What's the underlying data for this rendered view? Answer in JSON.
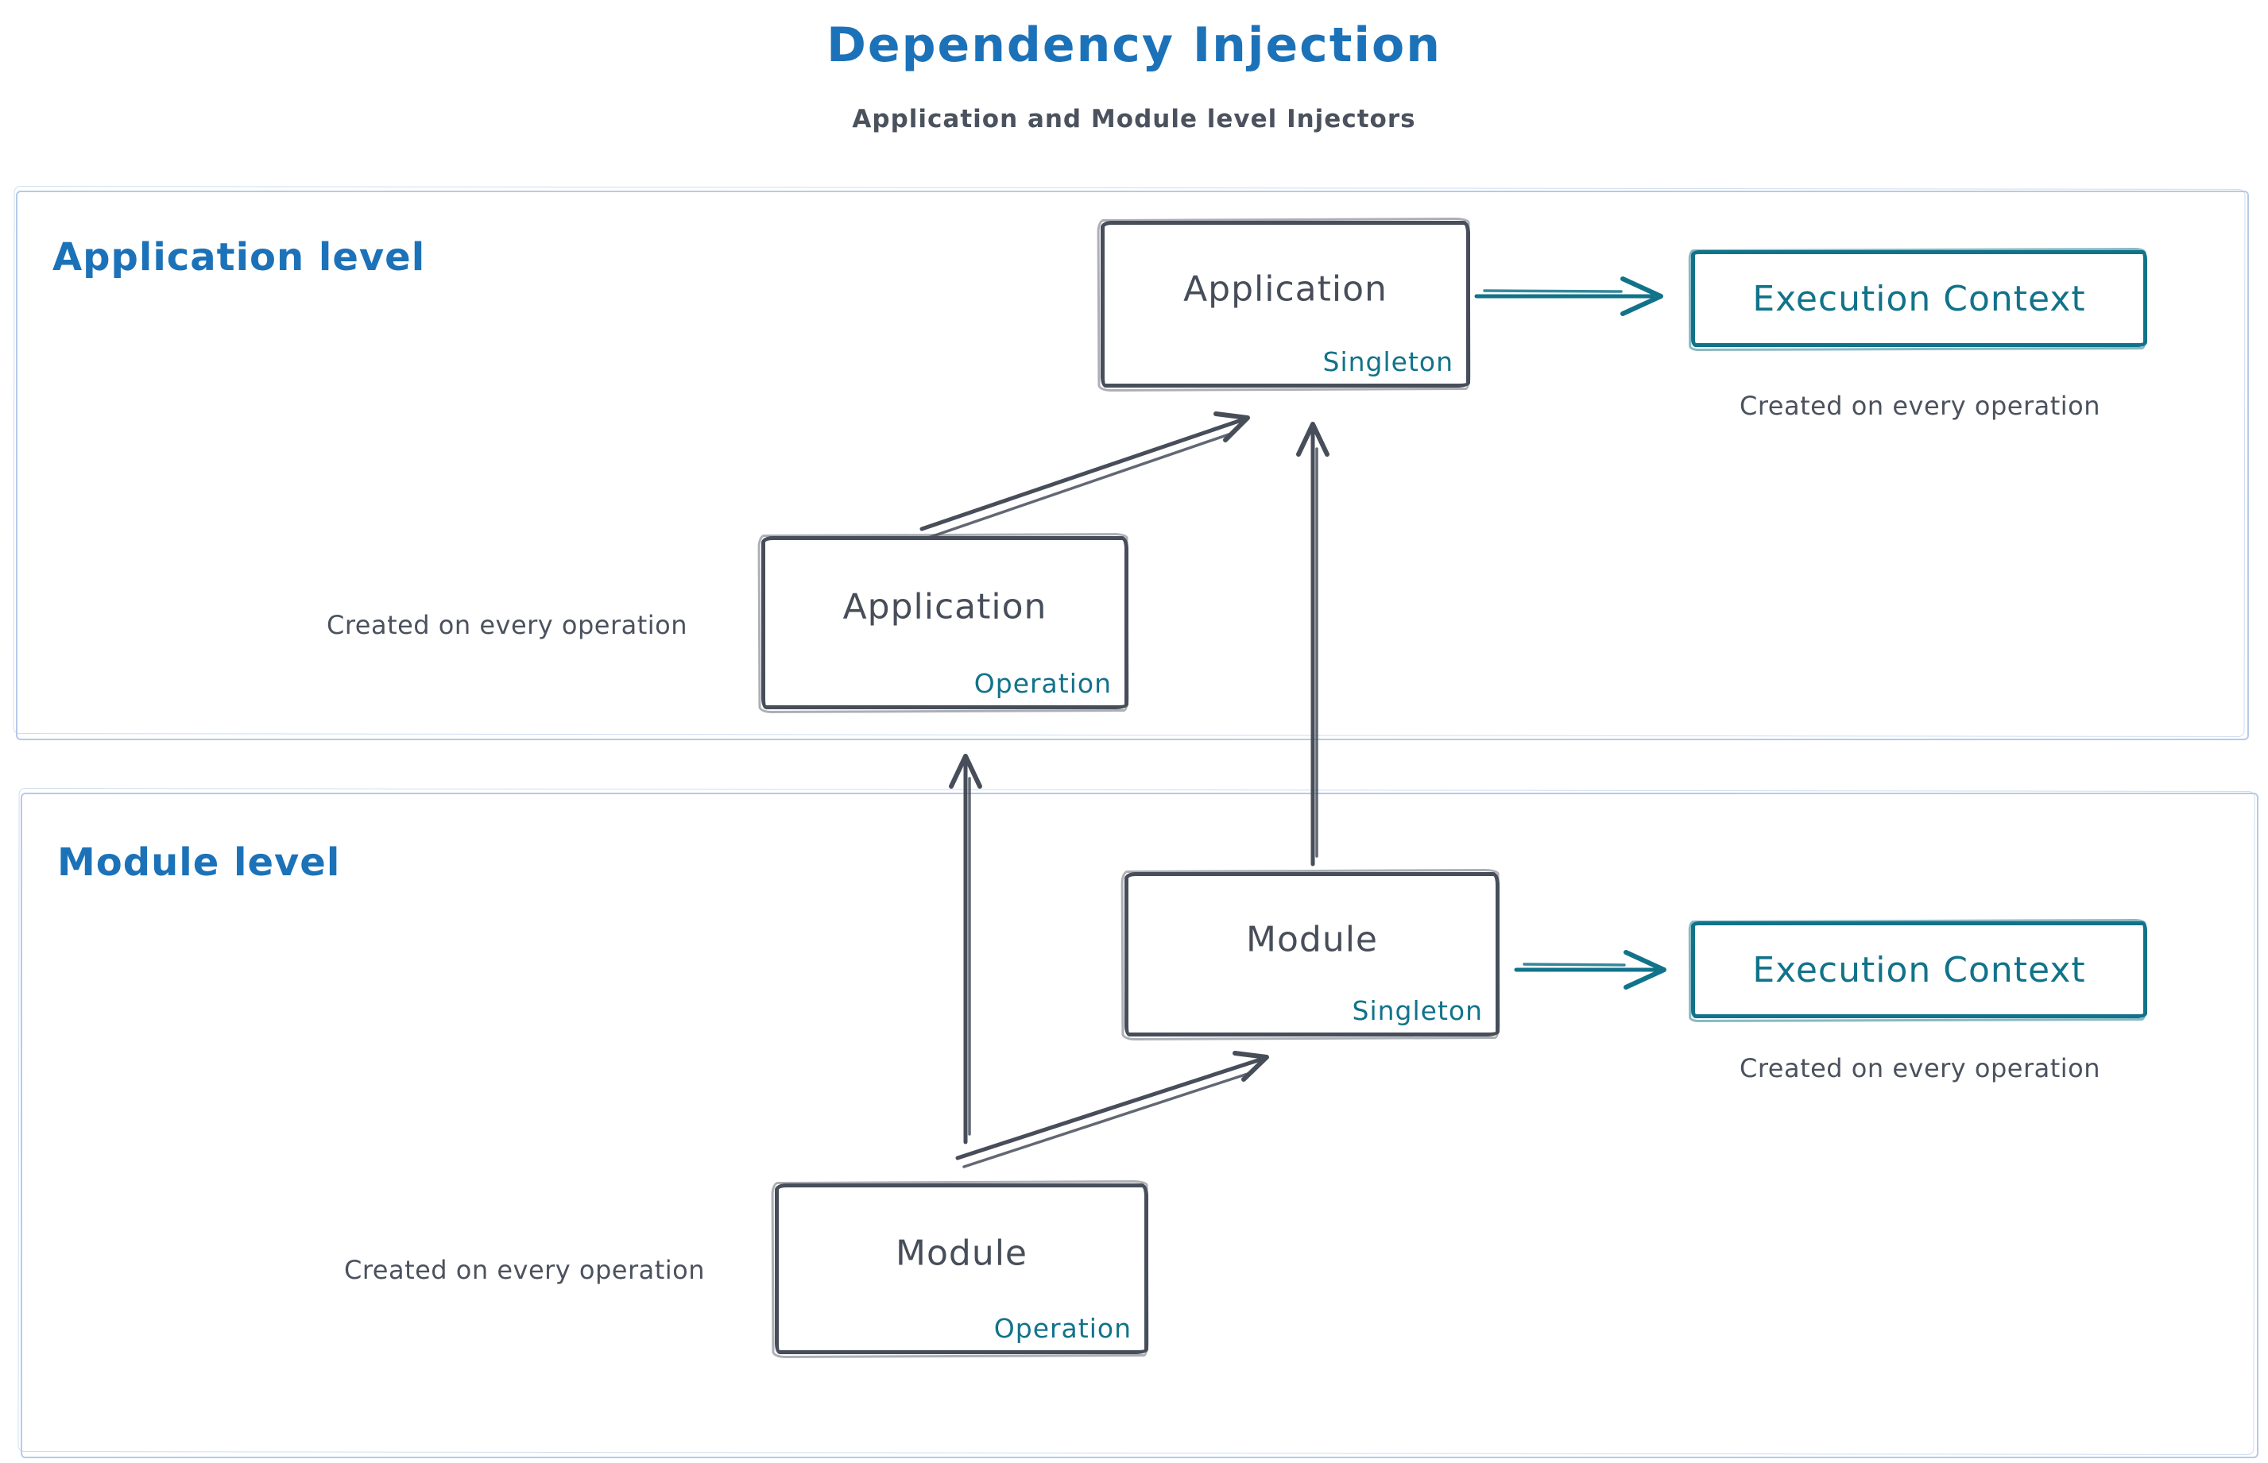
{
  "title": "Dependency Injection",
  "subtitle": "Application and Module level Injectors",
  "colors": {
    "blue": "#1c72b8",
    "teal": "#11738a",
    "dark": "#474e5a",
    "muted": "#4b525e",
    "frame": "#b5cbe7"
  },
  "sections": {
    "application": {
      "label": "Application level"
    },
    "module": {
      "label": "Module level"
    }
  },
  "nodes": {
    "app_singleton": {
      "title": "Application",
      "badge": "Singleton"
    },
    "app_operation": {
      "title": "Application",
      "badge": "Operation"
    },
    "module_singleton": {
      "title": "Module",
      "badge": "Singleton"
    },
    "module_operation": {
      "title": "Module",
      "badge": "Operation"
    },
    "app_execution_context": {
      "title": "Execution Context"
    },
    "module_execution_context": {
      "title": "Execution Context"
    }
  },
  "captions": {
    "app_operation": "Created on every operation",
    "app_execution": "Created on every operation",
    "module_operation": "Created on every operation",
    "module_execution": "Created on every operation"
  },
  "edges": [
    {
      "from": "app_operation",
      "to": "app_singleton",
      "style": "dark"
    },
    {
      "from": "module_operation",
      "to": "module_singleton",
      "style": "dark"
    },
    {
      "from": "module_singleton",
      "to": "app_singleton",
      "style": "dark"
    },
    {
      "from": "module_operation",
      "to": "app_operation",
      "style": "dark"
    },
    {
      "from": "app_singleton",
      "to": "app_execution_context",
      "style": "teal"
    },
    {
      "from": "module_singleton",
      "to": "module_execution_context",
      "style": "teal"
    }
  ]
}
